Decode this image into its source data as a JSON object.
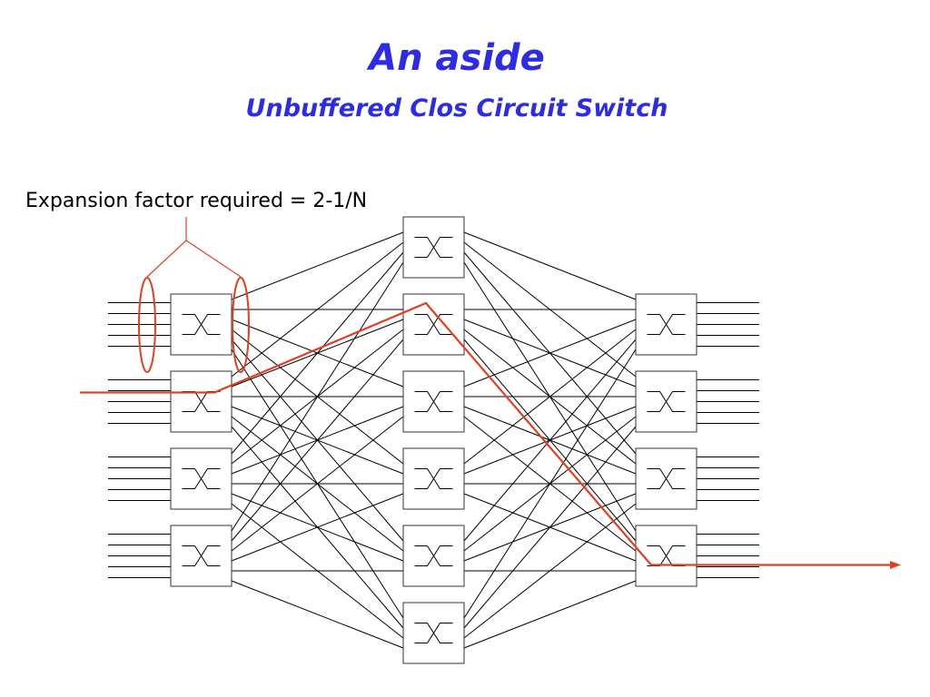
{
  "slide": {
    "title": "An aside",
    "subtitle": "Unbuffered Clos Circuit Switch",
    "note": "Expansion factor required = 2-1/N"
  },
  "colors": {
    "title": "#2d2be6",
    "path": "#e04020",
    "line": "#000000",
    "box_border": "#333333"
  },
  "network": {
    "ingress_switches": 4,
    "middle_switches": 6,
    "egress_switches": 4,
    "ports_per_edge_switch": 5,
    "switch_icon": "crossbar-icon",
    "highlighted_route": {
      "ingress": 2,
      "middle": 2,
      "egress": 4
    }
  }
}
